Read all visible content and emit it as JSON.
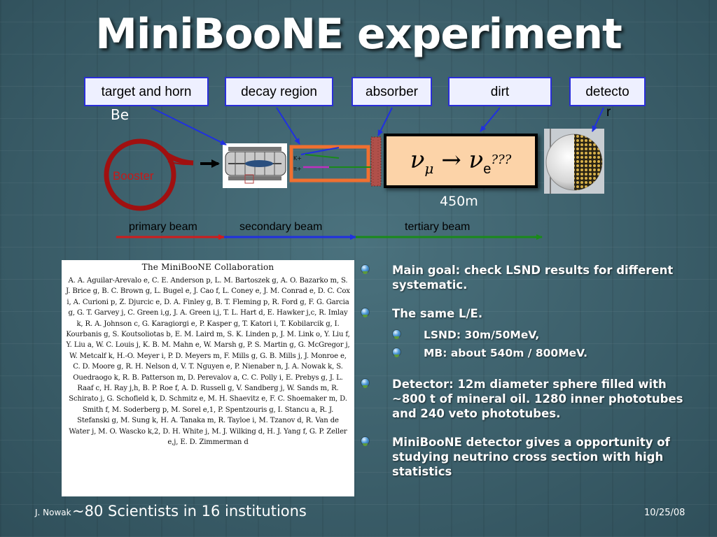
{
  "title": "MiniBooNE experiment",
  "labels": {
    "target_horn": "target and horn",
    "decay_region": "decay region",
    "absorber": "absorber",
    "dirt": "dirt",
    "detector_line1": "detecto",
    "detector_line2": "r",
    "be": "Be"
  },
  "diagram": {
    "booster": "Booster",
    "oscillation_mu": "ν",
    "oscillation_mu_sub": "μ",
    "oscillation_arrow": "→",
    "oscillation_e": "ν",
    "oscillation_e_sub": "e",
    "oscillation_question": "???",
    "kaon": "K+",
    "pion": "π+",
    "distance": "450m",
    "primary_beam": "primary beam",
    "secondary_beam": "secondary beam",
    "tertiary_beam": "tertiary beam"
  },
  "colors": {
    "primary_beam": "#d01c1c",
    "secondary_beam": "#2030e0",
    "tertiary_beam": "#1a8a1a",
    "label_border": "#2a2ed8",
    "booster_ring": "#a01010",
    "decay_box": "#f07030",
    "osc_box_fill": "#fcd3a8"
  },
  "collaboration": {
    "heading": "The MiniBooNE Collaboration",
    "names": "A. A. Aguilar-Arevalo e, C. E. Anderson p, L. M. Bartoszek g, A. O. Bazarko m, S. J. Brice g, B. C. Brown g, L. Bugel e, J. Cao f, L. Coney e, J. M. Conrad e, D. C. Cox i, A. Curioni p, Z. Djurcic e, D. A. Finley g, B. T. Fleming p, R. Ford g, F. G. Garcia g, G. T. Garvey j, C. Green i,g, J. A. Green i,j, T. L. Hart d, E. Hawker j,c, R. Imlay k, R. A. Johnson c, G. Karagiorgi e, P. Kasper g, T. Katori i, T. Kobilarcik g, I. Kourbanis g, S. Koutsoliotas b, E. M. Laird m, S. K. Linden p, J. M. Link o, Y. Liu f, Y. Liu a, W. C. Louis j, K. B. M. Mahn e, W. Marsh g, P. S. Martin g, G. McGregor j, W. Metcalf k, H.-O. Meyer i, P. D. Meyers m, F. Mills g, G. B. Mills j, J. Monroe e, C. D. Moore g, R. H. Nelson d, V. T. Nguyen e, P. Nienaber n, J. A. Nowak k, S. Ouedraogo k, R. B. Patterson m, D. Perevalov a, C. C. Polly i, E. Prebys g, J. L. Raaf c, H. Ray j,h, B. P. Roe f, A. D. Russell g, V. Sandberg j, W. Sands m, R. Schirato j, G. Schofield k, D. Schmitz e, M. H. Shaevitz e, F. C. Shoemaker m, D. Smith f, M. Soderberg p, M. Sorel e,1, P. Spentzouris g, I. Stancu a, R. J. Stefanski g, M. Sung k, H. A. Tanaka m, R. Tayloe i, M. Tzanov d, R. Van de Water j, M. O. Wascko k,2, D. H. White j, M. J. Wilking d, H. J. Yang f, G. P. Zeller e,j, E. D. Zimmerman d"
  },
  "bullets": {
    "goal": "Main goal: check LSND results for different systematic.",
    "same_le": "The same L/E.",
    "lsnd": "LSND: 30m/50MeV,",
    "mb": "MB: about 540m / 800MeV.",
    "detector": "Detector: 12m diameter sphere filled with ~800 t of mineral oil. 1280 inner phototubes and 240 veto phototubes.",
    "opportunity": "MiniBooNE detector gives a opportunity of studying  neutrino cross section with high statistics"
  },
  "footer": {
    "author": "J. Nowak",
    "scientists": "~80 Scientists in 16 institutions",
    "date": "10/25/08"
  }
}
